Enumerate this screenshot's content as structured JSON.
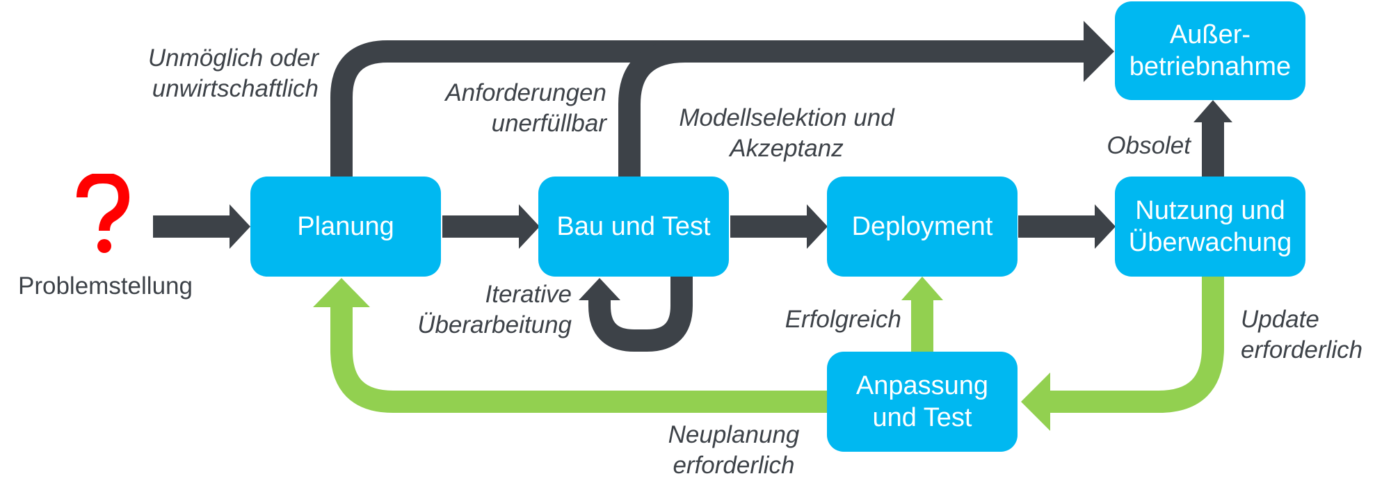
{
  "start": {
    "icon": "question-mark-icon",
    "label": "Problemstellung"
  },
  "boxes": {
    "planung": [
      "Planung"
    ],
    "bau": [
      "Bau und Test"
    ],
    "deployment": [
      "Deployment"
    ],
    "nutzung": [
      "Nutzung und",
      "Überwachung"
    ],
    "ausser": [
      "Außer-",
      "betriebnahme"
    ],
    "anpassung": [
      "Anpassung",
      "und Test"
    ]
  },
  "labels": {
    "unmoeglich": [
      "Unmöglich oder",
      "unwirtschaftlich"
    ],
    "anforderungen": [
      "Anforderungen",
      "unerfüllbar"
    ],
    "modellselektion": [
      "Modellselektion und",
      "Akzeptanz"
    ],
    "obsolet": [
      "Obsolet"
    ],
    "iterative": [
      "Iterative",
      "Überarbeitung"
    ],
    "erfolgreich": [
      "Erfolgreich"
    ],
    "update": [
      "Update",
      "erforderlich"
    ],
    "neuplanung": [
      "Neuplanung",
      "erforderlich"
    ]
  },
  "colors": {
    "box": "#00b8f1",
    "arrow_dark": "#3d4248",
    "arrow_green": "#92d050",
    "question": "#ff0000"
  }
}
